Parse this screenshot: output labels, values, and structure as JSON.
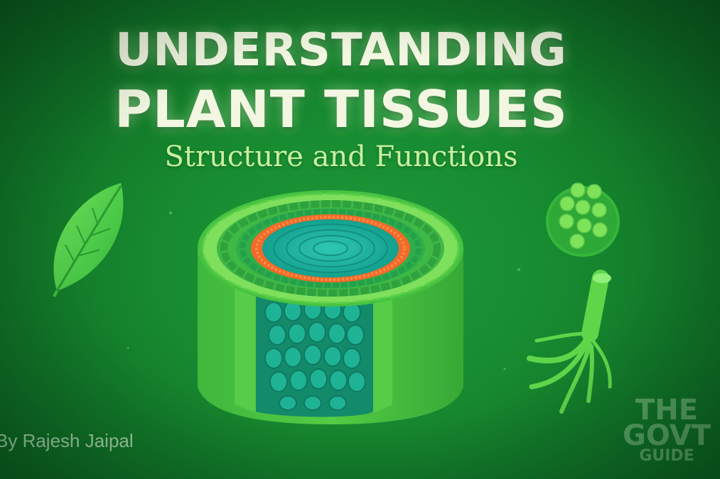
{
  "title": {
    "line1": "UNDERSTANDING",
    "line2": "PLANT TISSUES",
    "subtitle": "Structure and Functions"
  },
  "byline": "By Rajesh Jaipal",
  "watermark": {
    "line1": "THE",
    "line2": "GOVT",
    "line3": "GUIDE"
  },
  "icons": [
    "leaf-icon",
    "cell-cluster-icon",
    "root-icon",
    "stem-cross-section-model"
  ],
  "colors": {
    "background": "#178a30",
    "title": "#f3f7e2",
    "subtitle": "#c8f0a0",
    "epidermis": "#5fd44a",
    "cortex": "#2fb34a",
    "vascular_ring": "#f06a2a",
    "pith": "#1fb3a0"
  }
}
